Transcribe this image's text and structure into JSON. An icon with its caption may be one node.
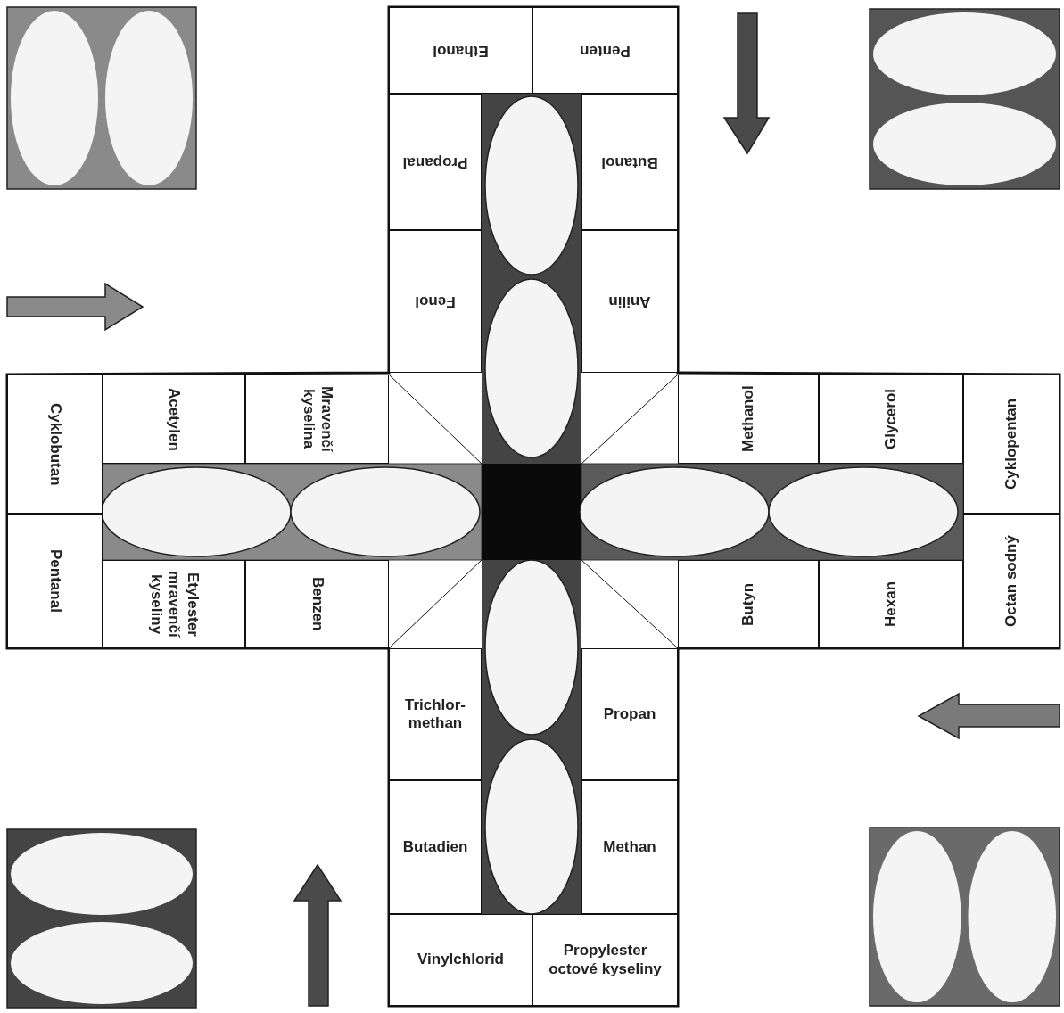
{
  "diagram": {
    "nodes": [
      {
        "text": [
          "Ethanol"
        ]
      },
      {
        "text": [
          "Penten"
        ]
      },
      {
        "text": [
          "Propanal"
        ]
      },
      {
        "text": [
          "Butanol"
        ]
      },
      {
        "text": [
          "Fenol"
        ]
      },
      {
        "text": [
          "Anilin"
        ]
      },
      {
        "text": [
          "Cyklobutan"
        ]
      },
      {
        "text": [
          "Acetylen"
        ]
      },
      {
        "text": [
          "Mravenčí kyselina"
        ]
      },
      {
        "text": [
          "Pentanal"
        ]
      },
      {
        "text": [
          "Etylester mravenčí kyseliny"
        ]
      },
      {
        "text": [
          "Benzen"
        ]
      },
      {
        "text": [
          "Methanol"
        ]
      },
      {
        "text": [
          "Glycerol"
        ]
      },
      {
        "text": [
          "Cyklopentan"
        ]
      },
      {
        "text": [
          "Butyn"
        ]
      },
      {
        "text": [
          "Hexan"
        ]
      },
      {
        "text": [
          "Octan sodný"
        ]
      },
      {
        "text": [
          "Trichlor- methan"
        ]
      },
      {
        "text": [
          "Propan"
        ]
      },
      {
        "text": [
          "Butadien"
        ]
      },
      {
        "text": [
          "Methan"
        ]
      },
      {
        "text": [
          "Vinylchlorid"
        ]
      },
      {
        "text": [
          "Propylester octové kyseliny"
        ]
      }
    ]
  }
}
